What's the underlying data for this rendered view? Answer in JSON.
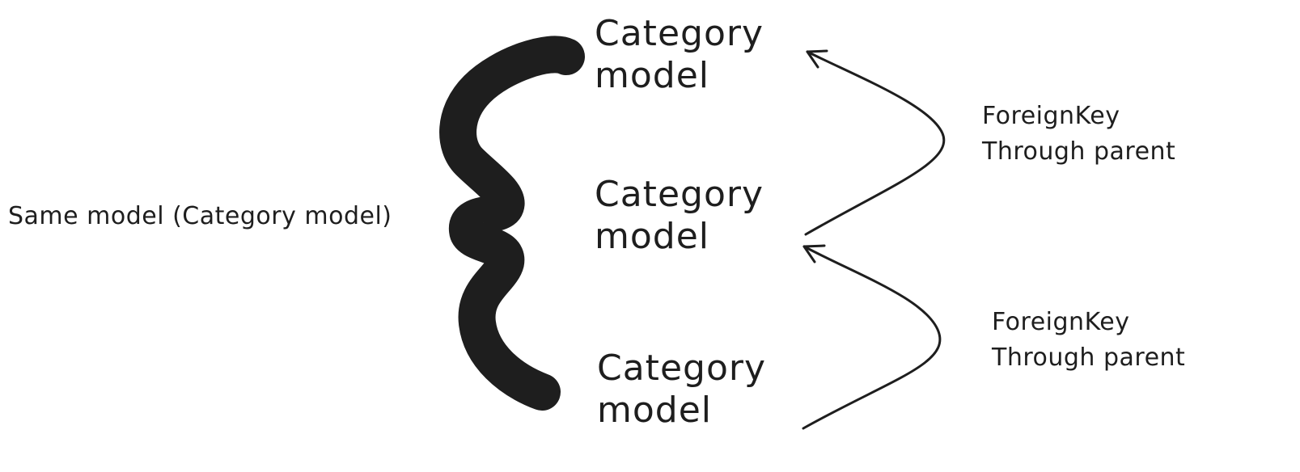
{
  "side_label": "Same model (Category model)",
  "nodes": [
    {
      "line1": "Category",
      "line2": "model"
    },
    {
      "line1": "Category",
      "line2": "model"
    },
    {
      "line1": "Category",
      "line2": "model"
    }
  ],
  "relations": [
    {
      "line1": "ForeignKey",
      "line2": "Through parent"
    },
    {
      "line1": "ForeignKey",
      "line2": "Through parent"
    }
  ],
  "colors": {
    "stroke": "#1e1e1e",
    "background": "#ffffff"
  }
}
